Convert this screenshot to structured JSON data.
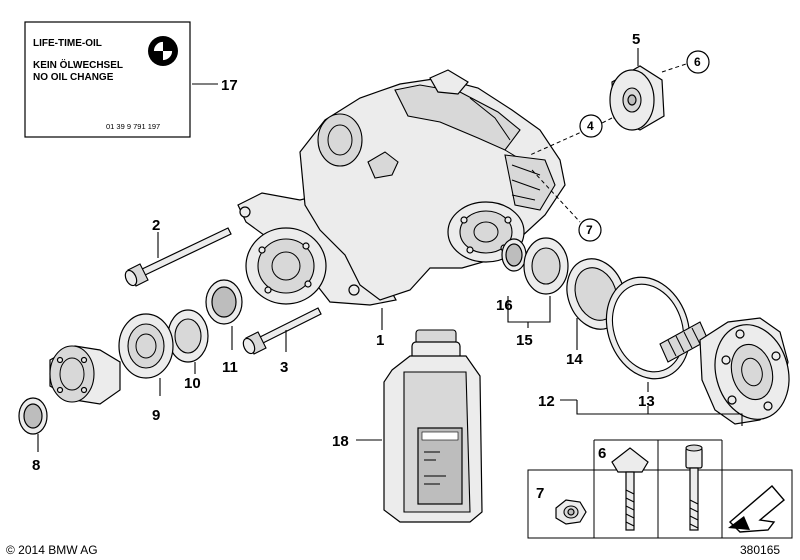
{
  "label_card": {
    "line1": "LIFE-TIME-OIL",
    "line2": "KEIN ÖLWECHSEL",
    "line3": "NO OIL CHANGE",
    "part_code": "01 39 9 791 197"
  },
  "callouts": {
    "n1": "1",
    "n2": "2",
    "n3": "3",
    "n4": "4",
    "n5": "5",
    "n6": "6",
    "n7": "7",
    "n8": "8",
    "n9": "9",
    "n10": "10",
    "n11": "11",
    "n12": "12",
    "n13": "13",
    "n14": "14",
    "n15": "15",
    "n16": "16",
    "n17": "17",
    "n18": "18"
  },
  "footer": {
    "copyright": "© 2014 BMW AG",
    "diagram_id": "380165"
  }
}
